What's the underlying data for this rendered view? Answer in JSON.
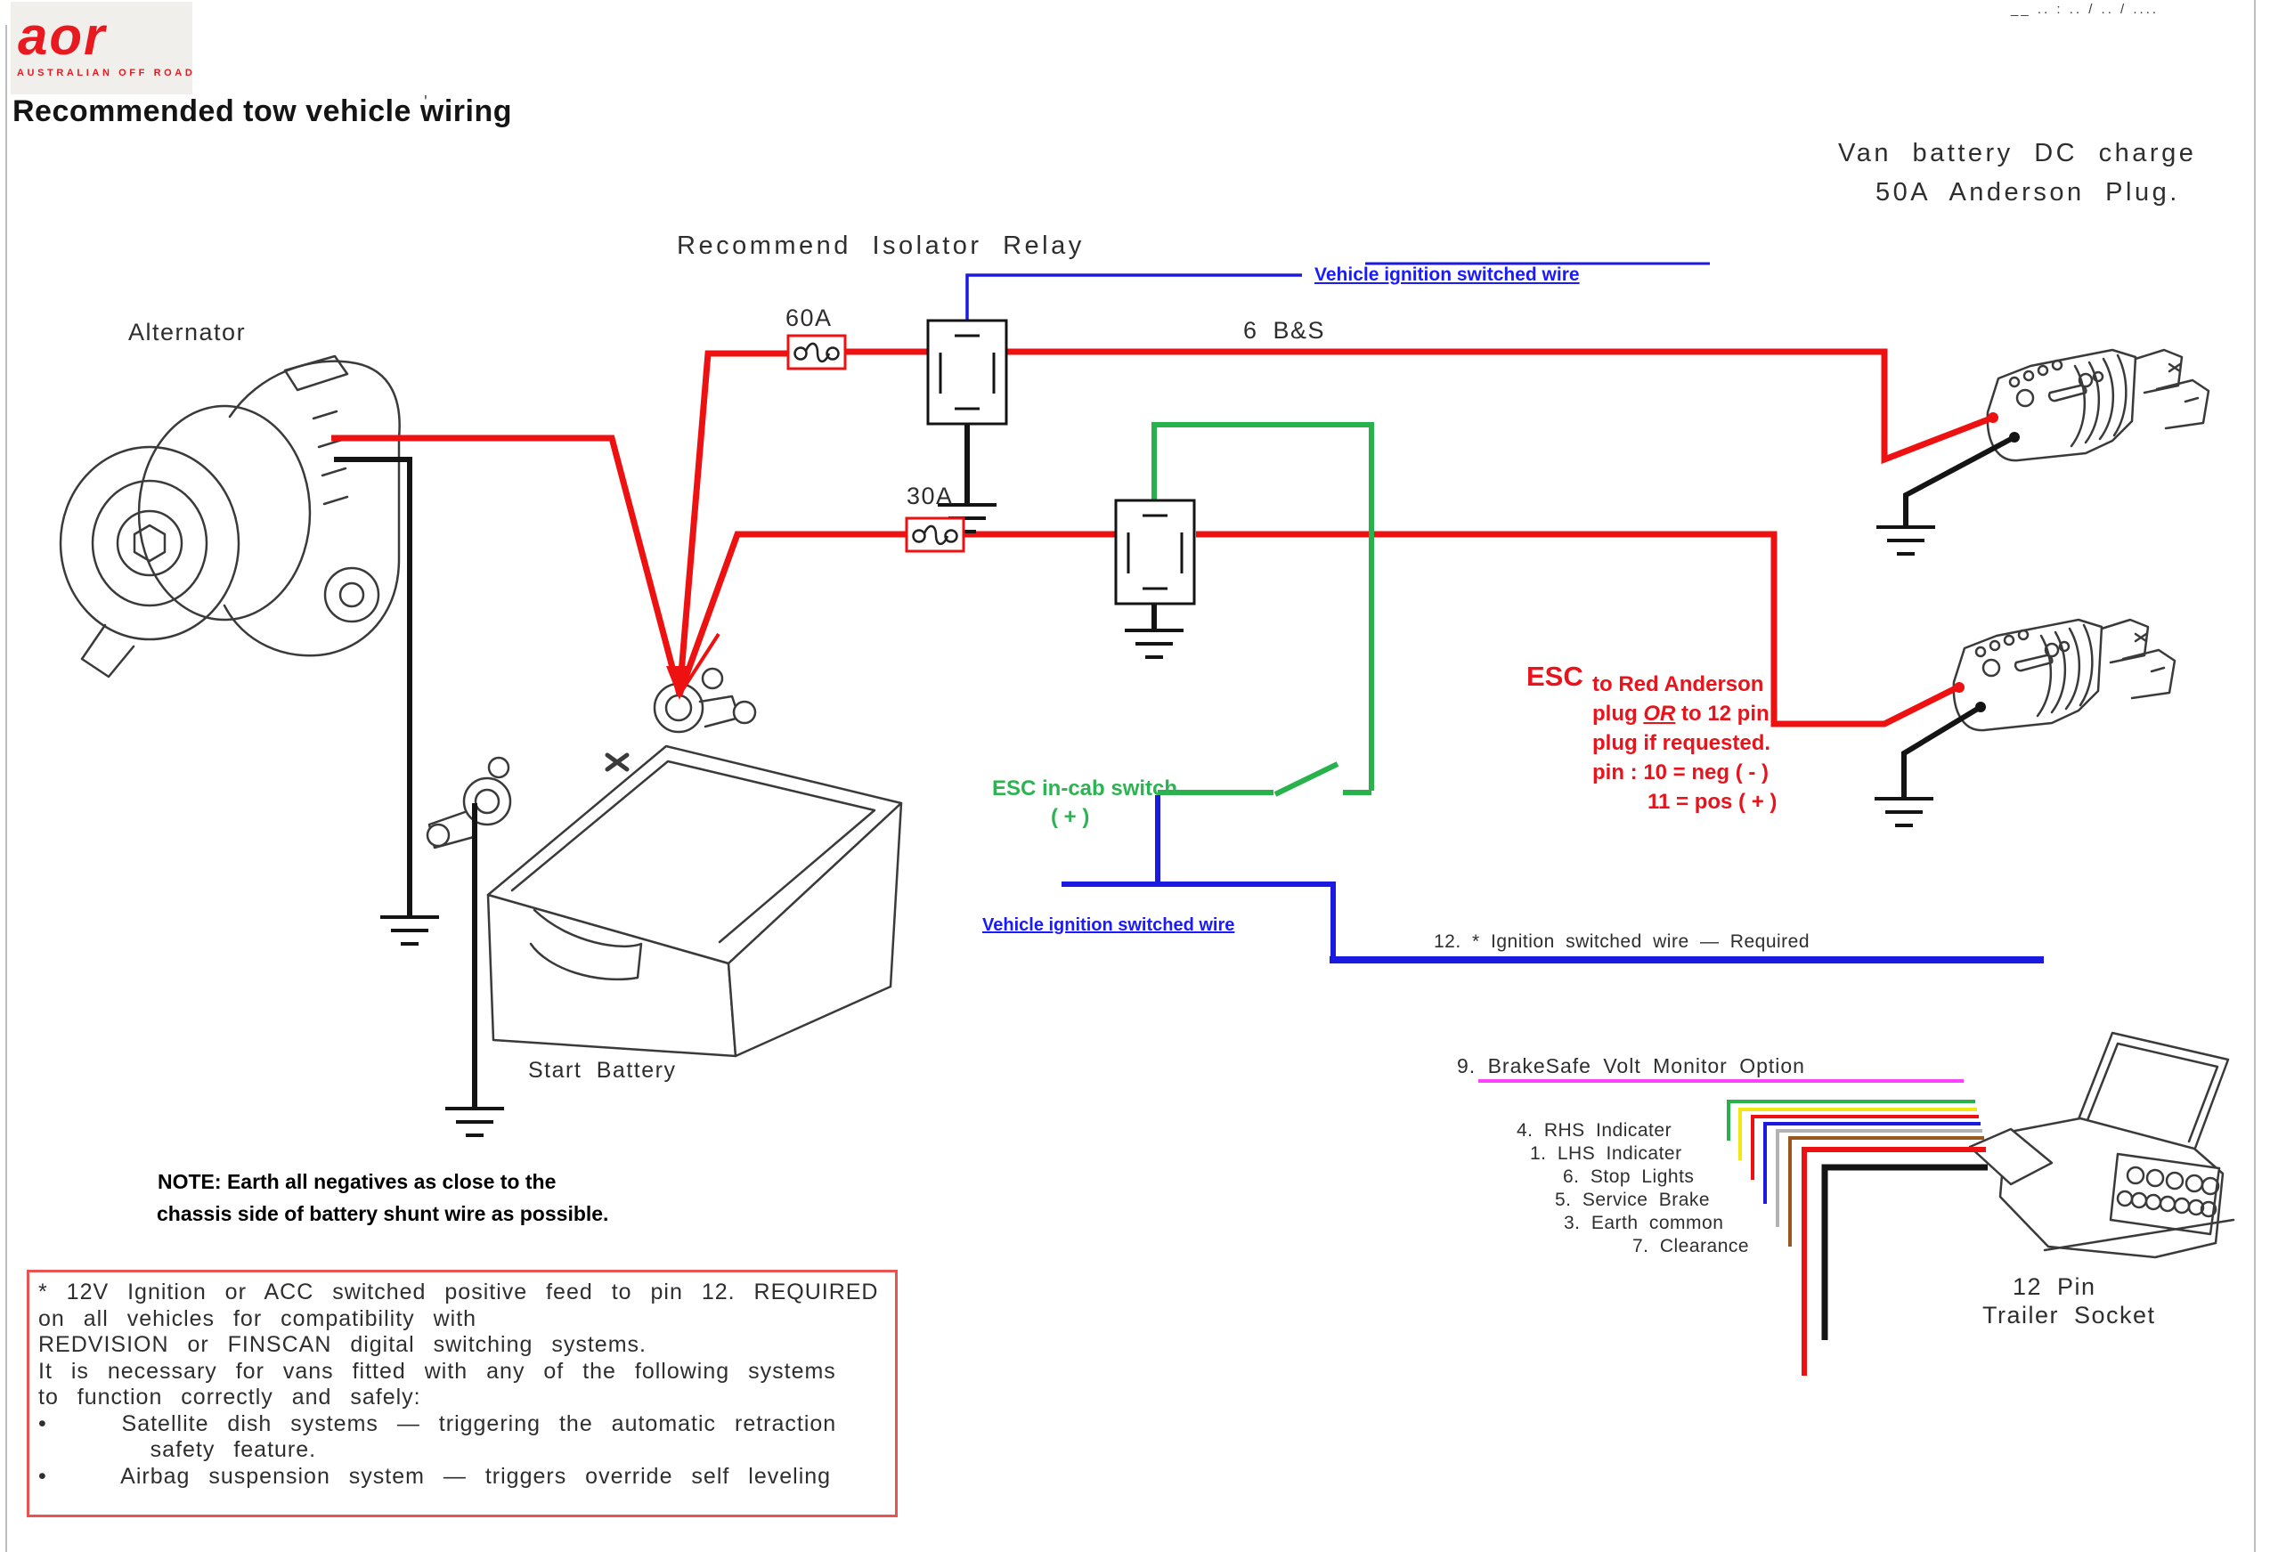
{
  "page": {
    "title": "Recommended tow vehicle wiring",
    "title_tick": "'",
    "cropped_date_fragment": "__ .. : .. / .. / ....",
    "colors": {
      "wire_red": "#ee1111",
      "wire_black": "#141414",
      "wire_blue": "#1a1ae0",
      "wire_green": "#27b24b",
      "wire_magenta": "#ff40ff",
      "wire_yellow": "#f2e713",
      "wire_gray": "#b3b3b3",
      "wire_brown": "#9a571b",
      "link_blue": "#1a1aff",
      "esc_red": "#e8131b",
      "green_label": "#2eb353",
      "note_border": "#e95352",
      "sketch_ink": "#3a3a3a",
      "logo_red": "#e8191f"
    }
  },
  "logo": {
    "brand": "aor",
    "tagline": "AUSTRALIAN OFF ROAD"
  },
  "labels": {
    "isolator_heading": "Recommend Isolator Relay",
    "van_battery_1": "Van battery DC charge",
    "van_battery_2": "50A Anderson Plug.",
    "alternator": "Alternator",
    "fuse_60": "60A",
    "fuse_30": "30A",
    "wire_6bs": "6 B&S",
    "ignition_wire_top": "Vehicle ignition switched wire",
    "ignition_wire_bottom": "Vehicle ignition switched wire",
    "esc_switch_line1": "ESC in-cab switch",
    "esc_switch_line2": "( + )",
    "ignition_required": "12. * Ignition switched wire — Required",
    "brakesafe": "9. BrakeSafe Volt Monitor Option",
    "start_battery": "Start Battery",
    "twelve_pin_1": "12 Pin",
    "twelve_pin_2": "Trailer Socket"
  },
  "esc_note": {
    "heading": "ESC",
    "line1": "to Red Anderson",
    "line2_pre": "plug ",
    "line2_or": "OR",
    "line2_post": " to 12 pin",
    "line3": "plug if requested.",
    "line4": "pin : 10 = neg ( - )",
    "line5": "11 = pos ( + )"
  },
  "pins": [
    {
      "label": "4. RHS Indicater"
    },
    {
      "label": "1. LHS Indicater"
    },
    {
      "label": "6. Stop Lights"
    },
    {
      "label": "5. Service Brake"
    },
    {
      "label": "3. Earth common"
    },
    {
      "label": "7. Clearance"
    }
  ],
  "note_bold": {
    "line1": "NOTE: Earth all negatives as close to the",
    "line2": "chassis side of battery shunt wire as possible."
  },
  "note_box": {
    "lines": [
      "* 12V Ignition or ACC switched positive feed to pin 12. REQUIRED",
      "on all vehicles for compatibility with",
      "REDVISION or FINSCAN digital switching systems.",
      "It is necessary for vans fitted with any of the following systems",
      "to function correctly and safely:",
      "•    Satellite dish systems — triggering the automatic retraction",
      "      safety feature.",
      "•    Airbag suspension system — triggers override self leveling"
    ]
  }
}
